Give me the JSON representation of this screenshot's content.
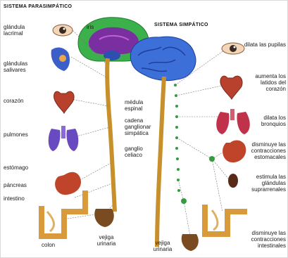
{
  "titles": {
    "left": "SISTEMA PARASIMPÁTICO",
    "right": "SISTEMA SIMPÁTICO"
  },
  "left_labels": {
    "glandula": "glándula lacrimal",
    "glandulas_salivares": "glándulas salivares",
    "corazon": "corazón",
    "pulmones": "pulmones",
    "estomago": "estómago",
    "pancreas": "páncreas",
    "intestino": "intestino",
    "colon": "colon",
    "vejiga": "vejiga urinaria"
  },
  "center_labels": {
    "iris": "iris",
    "medula_espinal": "médula espinal",
    "cadena": "cadena ganglionar simpática",
    "ganglio": "ganglio celiaco",
    "vejiga_urinaria": "vejiga urinaria"
  },
  "right_labels": {
    "dilata_pupilas": "dilata las pupilas",
    "aumenta_latidos": "aumenta los latidos del corazón",
    "dilata_bronquios": "dilata los bronquios",
    "disminuye_contracciones": "disminuye las contracciones estomacales",
    "estimula_suprarrenales": "estimula las glándulas suprarrenales",
    "disminuye_intestino": "disminuye las contracciones intestinales"
  }
}
